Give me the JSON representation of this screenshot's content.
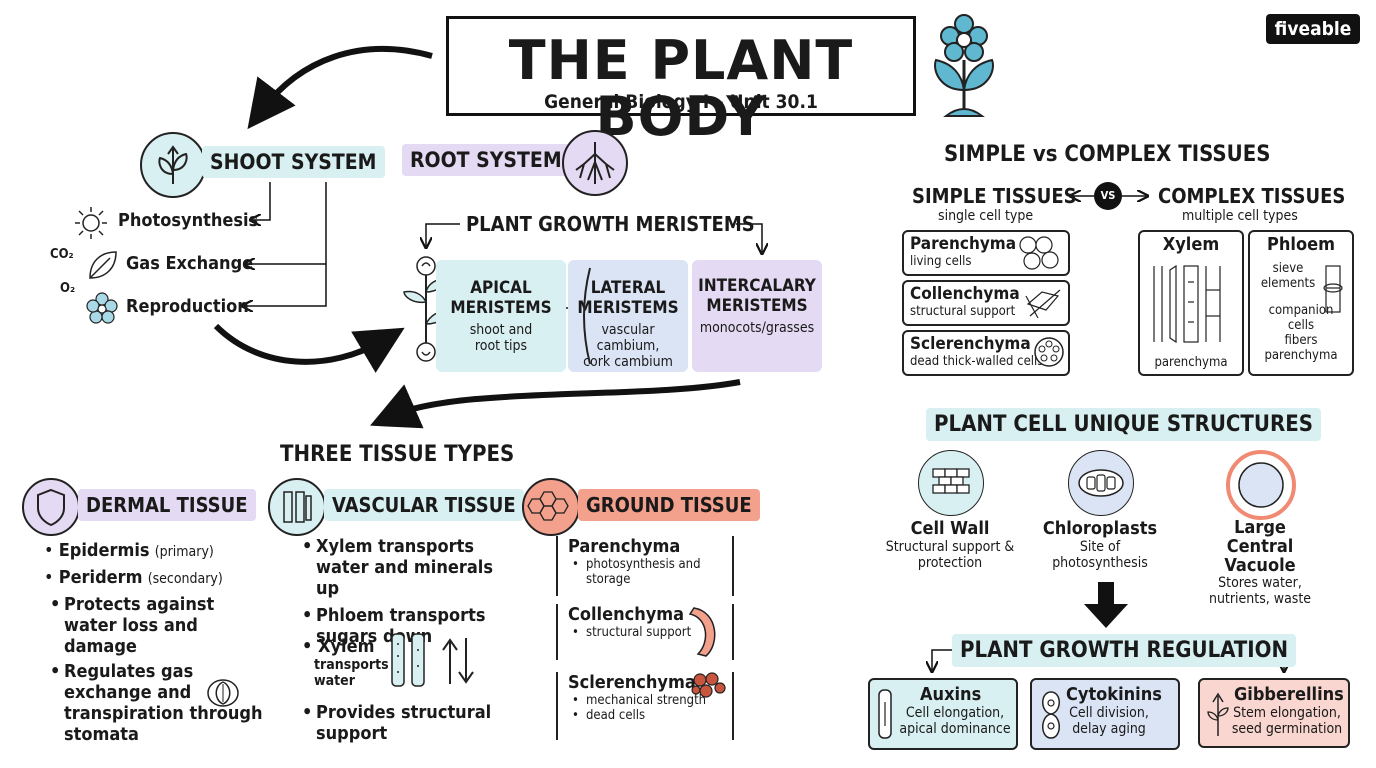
{
  "header": {
    "title": "THE PLANT BODY",
    "subtitle": "General Biology I – Unit 30.1",
    "brand": "fiveable"
  },
  "systems": {
    "shoot_label": "SHOOT SYSTEM",
    "root_label": "ROOT SYSTEM",
    "shoot_functions": [
      "Photosynthesis",
      "Gas Exchange",
      "Reproduction"
    ],
    "co2": "CO₂",
    "o2": "O₂"
  },
  "meristems": {
    "title": "PLANT GROWTH MERISTEMS",
    "apical": {
      "name": "APICAL MERISTEMS",
      "desc": "shoot and root tips"
    },
    "lateral": {
      "name": "LATERAL MERISTEMS",
      "desc": "vascular cambium, cork cambium"
    },
    "intercalary": {
      "name": "INTERCALARY MERISTEMS",
      "desc": "monocots/grasses"
    }
  },
  "tissue_types": {
    "title": "THREE TISSUE TYPES",
    "dermal": {
      "label": "DERMAL TISSUE",
      "items": [
        {
          "main": "Epidermis",
          "note": "(primary)"
        },
        {
          "main": "Periderm",
          "note": "(secondary)"
        }
      ],
      "sub_items": [
        "Protects against water loss and damage",
        "Regulates gas exchange and transpiration through stomata"
      ]
    },
    "vascular": {
      "label": "VASCULAR TISSUE",
      "items": [
        "Xylem transports water and minerals up",
        "Phloem transports sugars down"
      ],
      "xylem_short": "Xylem",
      "xylem_note": "transports water",
      "last_item": "Provides structural support"
    },
    "ground": {
      "label": "GROUND TISSUE",
      "cells": [
        {
          "name": "Parenchyma",
          "details": [
            "photosynthesis and storage"
          ]
        },
        {
          "name": "Collenchyma",
          "details": [
            "structural support"
          ]
        },
        {
          "name": "Sclerenchyma",
          "details": [
            "mechanical strength",
            "dead cells"
          ]
        }
      ]
    }
  },
  "simple_complex": {
    "title": "SIMPLE vs COMPLEX TISSUES",
    "simple_label": "SIMPLE TISSUES",
    "simple_sub": "single cell type",
    "vs": "VS",
    "complex_label": "COMPLEX TISSUES",
    "complex_sub": "multiple cell types",
    "simple_items": [
      {
        "name": "Parenchyma",
        "desc": "living cells"
      },
      {
        "name": "Collenchyma",
        "desc": "structural support"
      },
      {
        "name": "Sclerenchyma",
        "desc": "dead thick-walled cells"
      }
    ],
    "xylem": {
      "name": "Xylem",
      "desc": "parenchyma"
    },
    "phloem": {
      "name": "Phloem",
      "lines": [
        "sieve elements",
        "companion cells",
        "fibers",
        "parenchyma"
      ]
    }
  },
  "cell_structures": {
    "title": "PLANT CELL UNIQUE STRUCTURES",
    "items": [
      {
        "name": "Cell Wall",
        "desc": "Structural support & protection"
      },
      {
        "name": "Chloroplasts",
        "desc": "Site of photosynthesis"
      },
      {
        "name": "Large Central Vacuole",
        "desc": "Stores water, nutrients, waste"
      }
    ]
  },
  "regulation": {
    "title": "PLANT GROWTH REGULATION",
    "items": [
      {
        "name": "Auxins",
        "desc": "Cell elongation, apical dominance"
      },
      {
        "name": "Cytokinins",
        "desc": "Cell division, delay aging"
      },
      {
        "name": "Gibberellins",
        "desc": "Stem elongation, seed germination"
      }
    ]
  },
  "colors": {
    "teal": "#d9f0f2",
    "purple": "#e4daf3",
    "salmon": "#f3a08c",
    "blue": "#dbe4f5",
    "pink": "#f9d6cf",
    "flower": "#5fb8d0"
  }
}
